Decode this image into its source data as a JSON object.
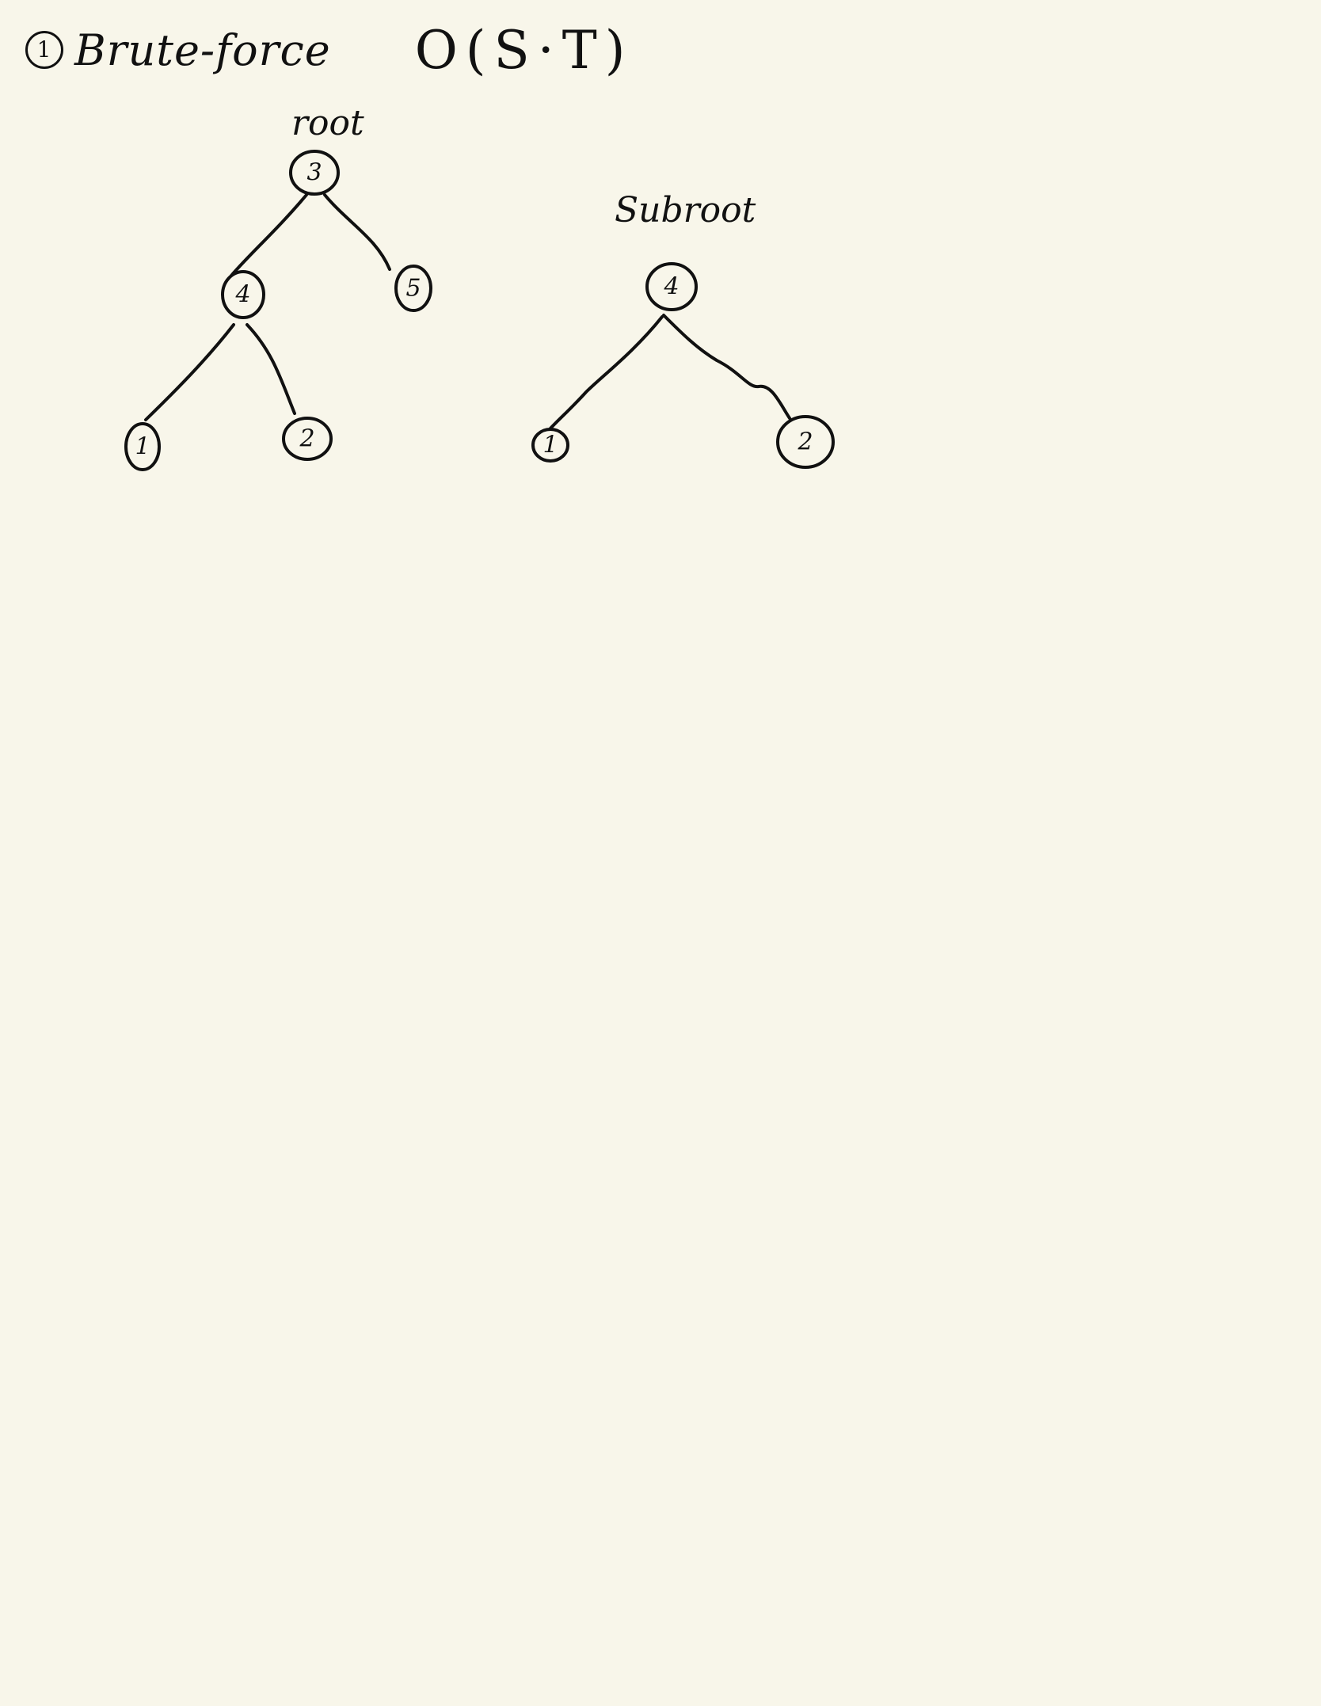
{
  "title": {
    "step": "1",
    "heading": "Brute-force",
    "complexity": "O(S·T)"
  },
  "trees": {
    "root": {
      "label": "root",
      "nodes": [
        "3",
        "4",
        "5",
        "1",
        "2"
      ]
    },
    "subroot": {
      "label": "Subroot",
      "nodes": [
        "4",
        "1",
        "2"
      ]
    }
  }
}
